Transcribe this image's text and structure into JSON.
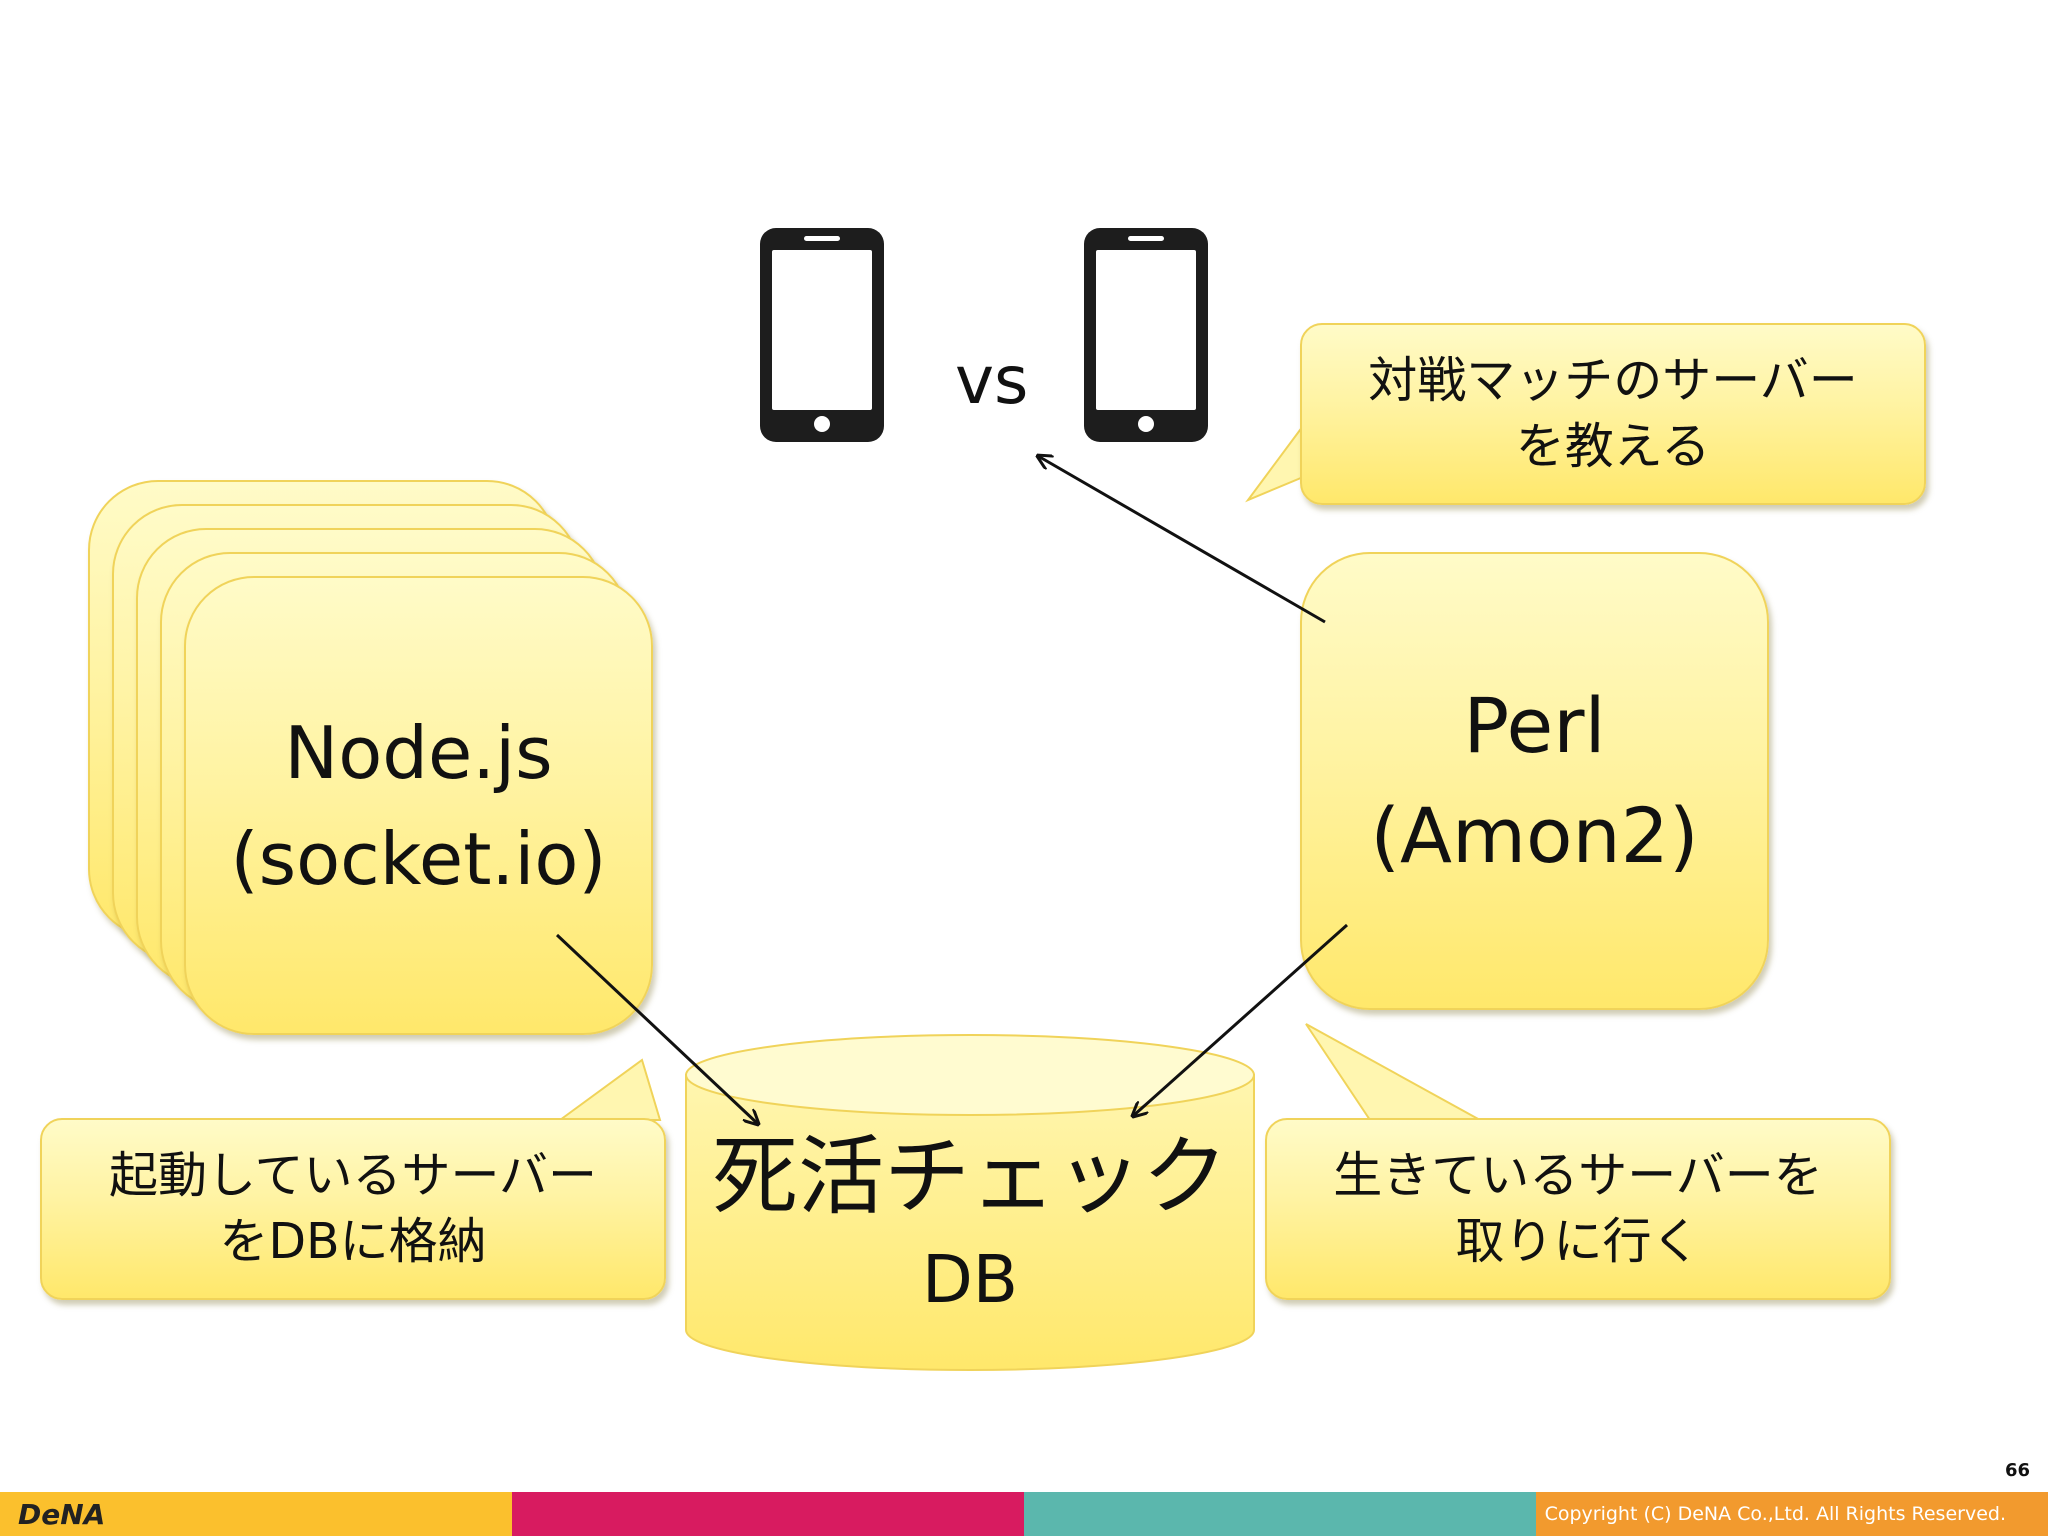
{
  "phones": {
    "left_icon": "smartphone-icon",
    "right_icon": "smartphone-icon",
    "vs_label": "vs"
  },
  "callout_top": {
    "line1": "対戦マッチのサーバー",
    "line2": "を教える"
  },
  "node_box": {
    "line1": "Node.js",
    "line2": "(socket.io)"
  },
  "perl_box": {
    "line1": "Perl",
    "line2": "(Amon2)"
  },
  "db": {
    "line1": "死活チェック",
    "line2": "DB"
  },
  "callout_left": {
    "line1": "起動しているサーバー",
    "line2": "をDBに格納"
  },
  "callout_right": {
    "line1": "生きているサーバーを",
    "line2": "取りに行く"
  },
  "footer": {
    "logo": "DeNA",
    "copyright": "Copyright (C) DeNA Co.,Ltd. All Rights Reserved.",
    "page_number": "66",
    "colors": [
      "#fbc02d",
      "#d81b60",
      "#5bb7ad",
      "#f29a2e"
    ]
  }
}
